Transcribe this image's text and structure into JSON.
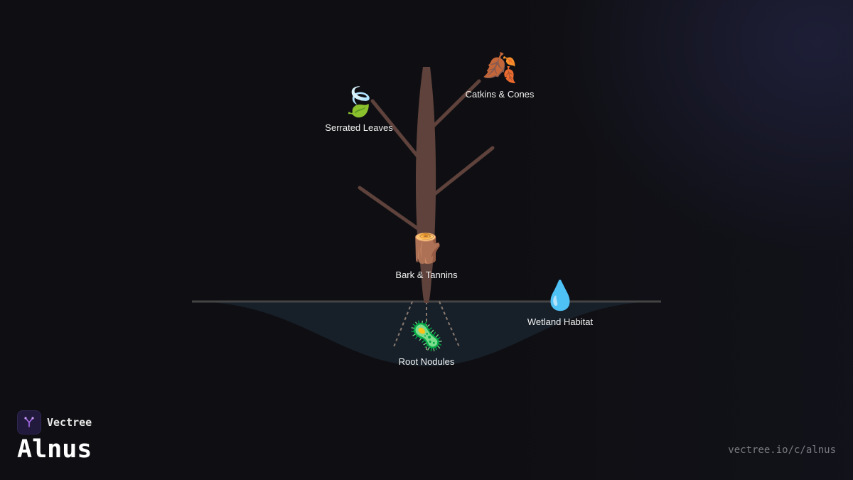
{
  "brand": {
    "name": "Vectree",
    "logo_icon": "branch-logo-icon"
  },
  "title": "Alnus",
  "url": "vectree.io/c/alnus",
  "colors": {
    "trunk": "#5e423b",
    "ground": "#444444",
    "soil": "#172029",
    "root_dash": "#8a7a70",
    "accent": "#a86cf0"
  },
  "nodes": [
    {
      "id": "serrated-leaves",
      "label": "Serrated Leaves",
      "icon": "leaf-icon",
      "glyph": "🍃"
    },
    {
      "id": "catkins-cones",
      "label": "Catkins & Cones",
      "icon": "fallen-leaves-icon",
      "glyph": "🍂"
    },
    {
      "id": "bark-tannins",
      "label": "Bark & Tannins",
      "icon": "log-icon",
      "glyph": "🪵"
    },
    {
      "id": "wetland-habitat",
      "label": "Wetland Habitat",
      "icon": "water-drop-icon",
      "glyph": "💧"
    },
    {
      "id": "root-nodules",
      "label": "Root Nodules",
      "icon": "microbe-icon",
      "glyph": "🦠"
    }
  ]
}
